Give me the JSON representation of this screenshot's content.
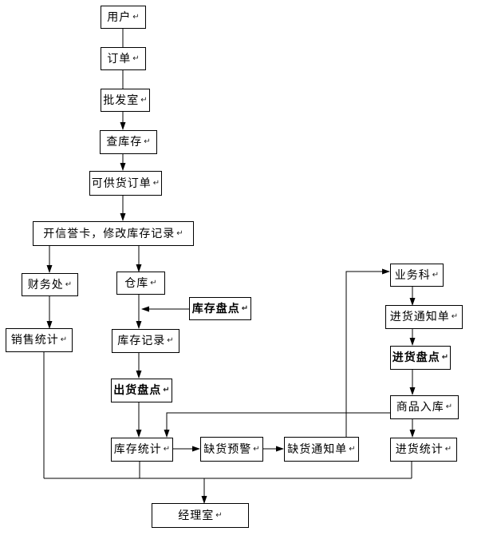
{
  "diagram": {
    "type": "flowchart",
    "background": "#ffffff",
    "line_color": "#000000",
    "box_fill": "#ffffff",
    "text_color": "#000000",
    "return_mark": "↵",
    "nodes": {
      "user": {
        "label": "用户",
        "bold": false
      },
      "order": {
        "label": "订单",
        "bold": false
      },
      "wholesale_room": {
        "label": "批发室",
        "bold": false
      },
      "check_inventory": {
        "label": "查库存",
        "bold": false
      },
      "available_order": {
        "label": "可供货订单",
        "bold": false
      },
      "open_credit": {
        "label": "开信誉卡，修改库存记录",
        "bold": false
      },
      "finance_office": {
        "label": "财务处",
        "bold": false
      },
      "warehouse": {
        "label": "仓库",
        "bold": false
      },
      "inventory_count": {
        "label": "库存盘点",
        "bold": true
      },
      "sales_stats": {
        "label": "销售统计",
        "bold": false
      },
      "inventory_record": {
        "label": "库存记录",
        "bold": false
      },
      "shipment_count": {
        "label": "出货盘点",
        "bold": true
      },
      "inventory_stats": {
        "label": "库存统计",
        "bold": false
      },
      "stockout_alert": {
        "label": "缺货预警",
        "bold": false
      },
      "stockout_notice": {
        "label": "缺货通知单",
        "bold": false
      },
      "business_dept": {
        "label": "业务科",
        "bold": false
      },
      "purchase_notice": {
        "label": "进货通知单",
        "bold": false
      },
      "purchase_count": {
        "label": "进货盘点",
        "bold": true
      },
      "goods_inbound": {
        "label": "商品入库",
        "bold": false
      },
      "purchase_stats": {
        "label": "进货统计",
        "bold": false
      },
      "manager_office": {
        "label": "经理室",
        "bold": false
      }
    },
    "edges": [
      {
        "from": "user",
        "to": "order",
        "arrow": false
      },
      {
        "from": "order",
        "to": "wholesale_room",
        "arrow": false
      },
      {
        "from": "wholesale_room",
        "to": "check_inventory",
        "arrow": true
      },
      {
        "from": "check_inventory",
        "to": "available_order",
        "arrow": true
      },
      {
        "from": "available_order",
        "to": "open_credit",
        "arrow": true
      },
      {
        "from": "open_credit",
        "to": "finance_office",
        "arrow": true
      },
      {
        "from": "open_credit",
        "to": "warehouse",
        "arrow": true
      },
      {
        "from": "finance_office",
        "to": "sales_stats",
        "arrow": true
      },
      {
        "from": "warehouse",
        "to": "inventory_record",
        "arrow": true
      },
      {
        "from": "inventory_count",
        "to": "warehouse",
        "arrow": true
      },
      {
        "from": "inventory_record",
        "to": "shipment_count",
        "arrow": true
      },
      {
        "from": "shipment_count",
        "to": "inventory_stats",
        "arrow": true
      },
      {
        "from": "goods_inbound",
        "to": "inventory_stats",
        "arrow": true
      },
      {
        "from": "inventory_stats",
        "to": "stockout_alert",
        "arrow": true
      },
      {
        "from": "stockout_alert",
        "to": "stockout_notice",
        "arrow": true
      },
      {
        "from": "stockout_notice",
        "to": "business_dept",
        "arrow": true
      },
      {
        "from": "business_dept",
        "to": "purchase_notice",
        "arrow": true
      },
      {
        "from": "purchase_notice",
        "to": "purchase_count",
        "arrow": true
      },
      {
        "from": "purchase_count",
        "to": "goods_inbound",
        "arrow": true
      },
      {
        "from": "goods_inbound",
        "to": "purchase_stats",
        "arrow": true
      },
      {
        "from": "sales_stats",
        "to": "manager_office",
        "arrow": true
      },
      {
        "from": "inventory_stats",
        "to": "manager_office",
        "arrow": true
      },
      {
        "from": "purchase_stats",
        "to": "manager_office",
        "arrow": true
      }
    ]
  }
}
